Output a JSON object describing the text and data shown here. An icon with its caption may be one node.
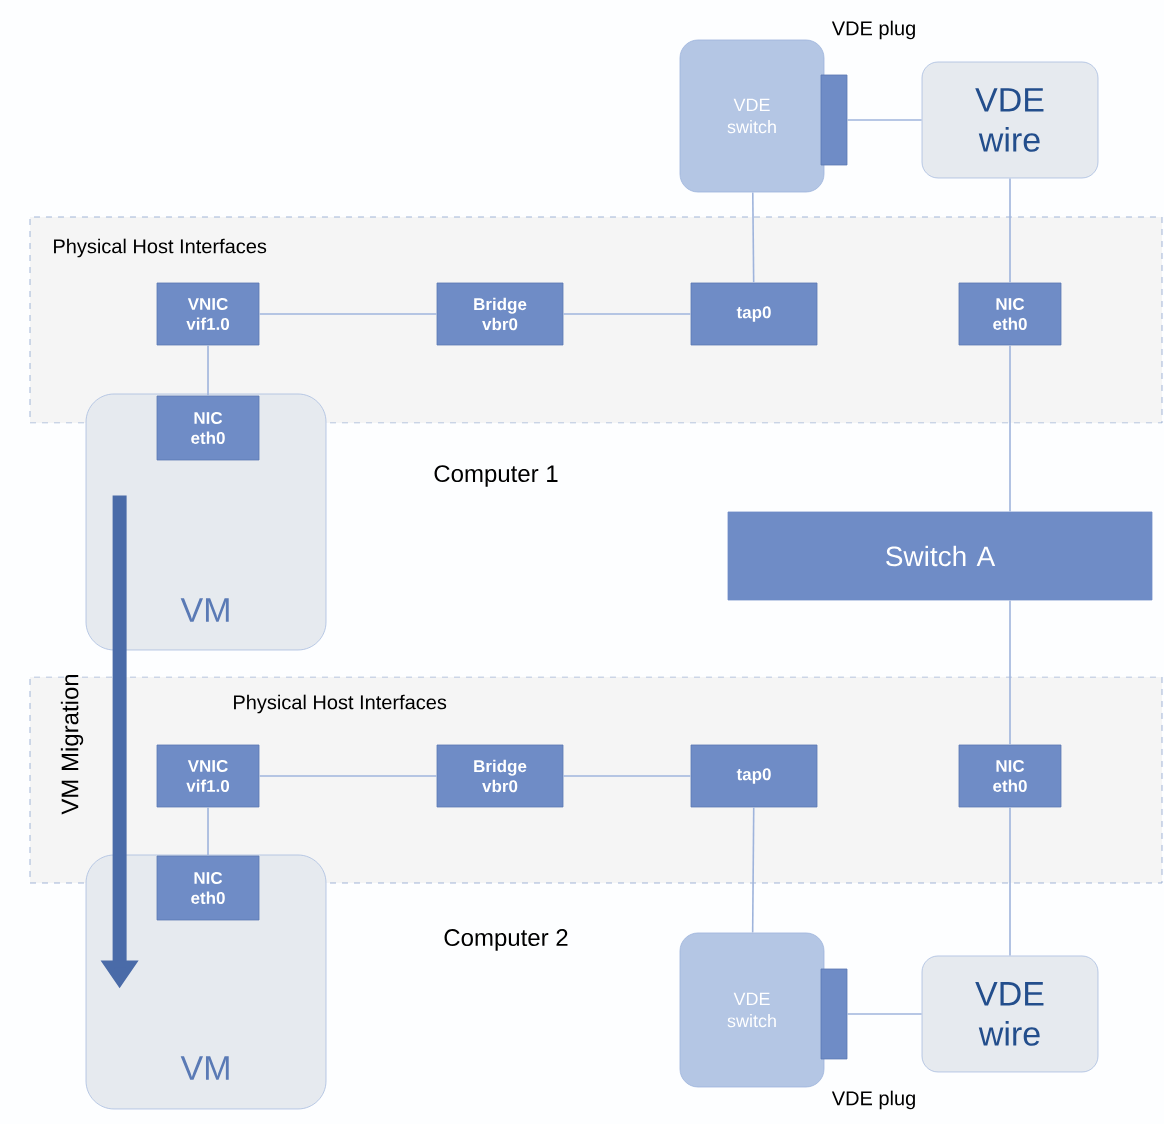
{
  "diagram": {
    "nodes": [
      {
        "text": [
          "VDE switch"
        ]
      },
      {
        "text": [],
        "shape": "box"
      },
      {
        "text": [
          "VDE wire"
        ]
      },
      {
        "text": [
          "Physical Host Interfaces"
        ]
      },
      {
        "text": [
          "VNIC vif1.0"
        ],
        "in": 3
      },
      {
        "text": [
          "Bridge vbr0"
        ],
        "in": 3
      },
      {
        "text": [
          "tap0"
        ],
        "in": 3
      },
      {
        "text": [
          "NIC eth0"
        ],
        "in": 3
      },
      {
        "text": [
          "VM"
        ]
      },
      {
        "text": [
          "NIC eth0"
        ],
        "in": 8
      },
      {
        "text": [
          "Switch A"
        ]
      },
      {
        "text": [
          "Physical Host Interfaces"
        ]
      },
      {
        "text": [
          "VNIC vif1.0"
        ],
        "in": 11
      },
      {
        "text": [
          "Bridge vbr0"
        ],
        "in": 11
      },
      {
        "text": [
          "tap0"
        ],
        "in": 11
      },
      {
        "text": [
          "NIC eth0"
        ],
        "in": 11
      },
      {
        "text": [
          "VM"
        ]
      },
      {
        "text": [
          "NIC eth0"
        ],
        "in": 16
      },
      {
        "text": [
          "VDE switch"
        ]
      },
      {
        "text": [],
        "shape": "box"
      },
      {
        "text": [
          "VDE wire"
        ]
      }
    ],
    "edges": [
      {
        "from": 1,
        "to": 2,
        "arrow": "none"
      },
      {
        "from": 0,
        "to": 6,
        "arrow": "none"
      },
      {
        "from": 2,
        "to": 7,
        "arrow": "none"
      },
      {
        "from": 4,
        "to": 5,
        "arrow": "none"
      },
      {
        "from": 5,
        "to": 6,
        "arrow": "none"
      },
      {
        "from": 4,
        "to": 9,
        "arrow": "none"
      },
      {
        "from": 7,
        "to": 10,
        "arrow": "none"
      },
      {
        "from": 10,
        "to": 15,
        "arrow": "none"
      },
      {
        "from": 12,
        "to": 13,
        "arrow": "none"
      },
      {
        "from": 13,
        "to": 14,
        "arrow": "none"
      },
      {
        "from": 12,
        "to": 17,
        "arrow": "none"
      },
      {
        "from": 14,
        "to": 18,
        "arrow": "none"
      },
      {
        "from": 15,
        "to": 20,
        "arrow": "none"
      },
      {
        "from": 19,
        "to": 20,
        "arrow": "none"
      },
      {
        "from": 8,
        "to": 16,
        "arrow": "to",
        "style": "thick",
        "color": "#4a6ba8",
        "label": "VM Migration"
      }
    ],
    "labels": [
      "VDE plug",
      "Computer 1",
      "Computer 2",
      "VDE plug"
    ]
  }
}
